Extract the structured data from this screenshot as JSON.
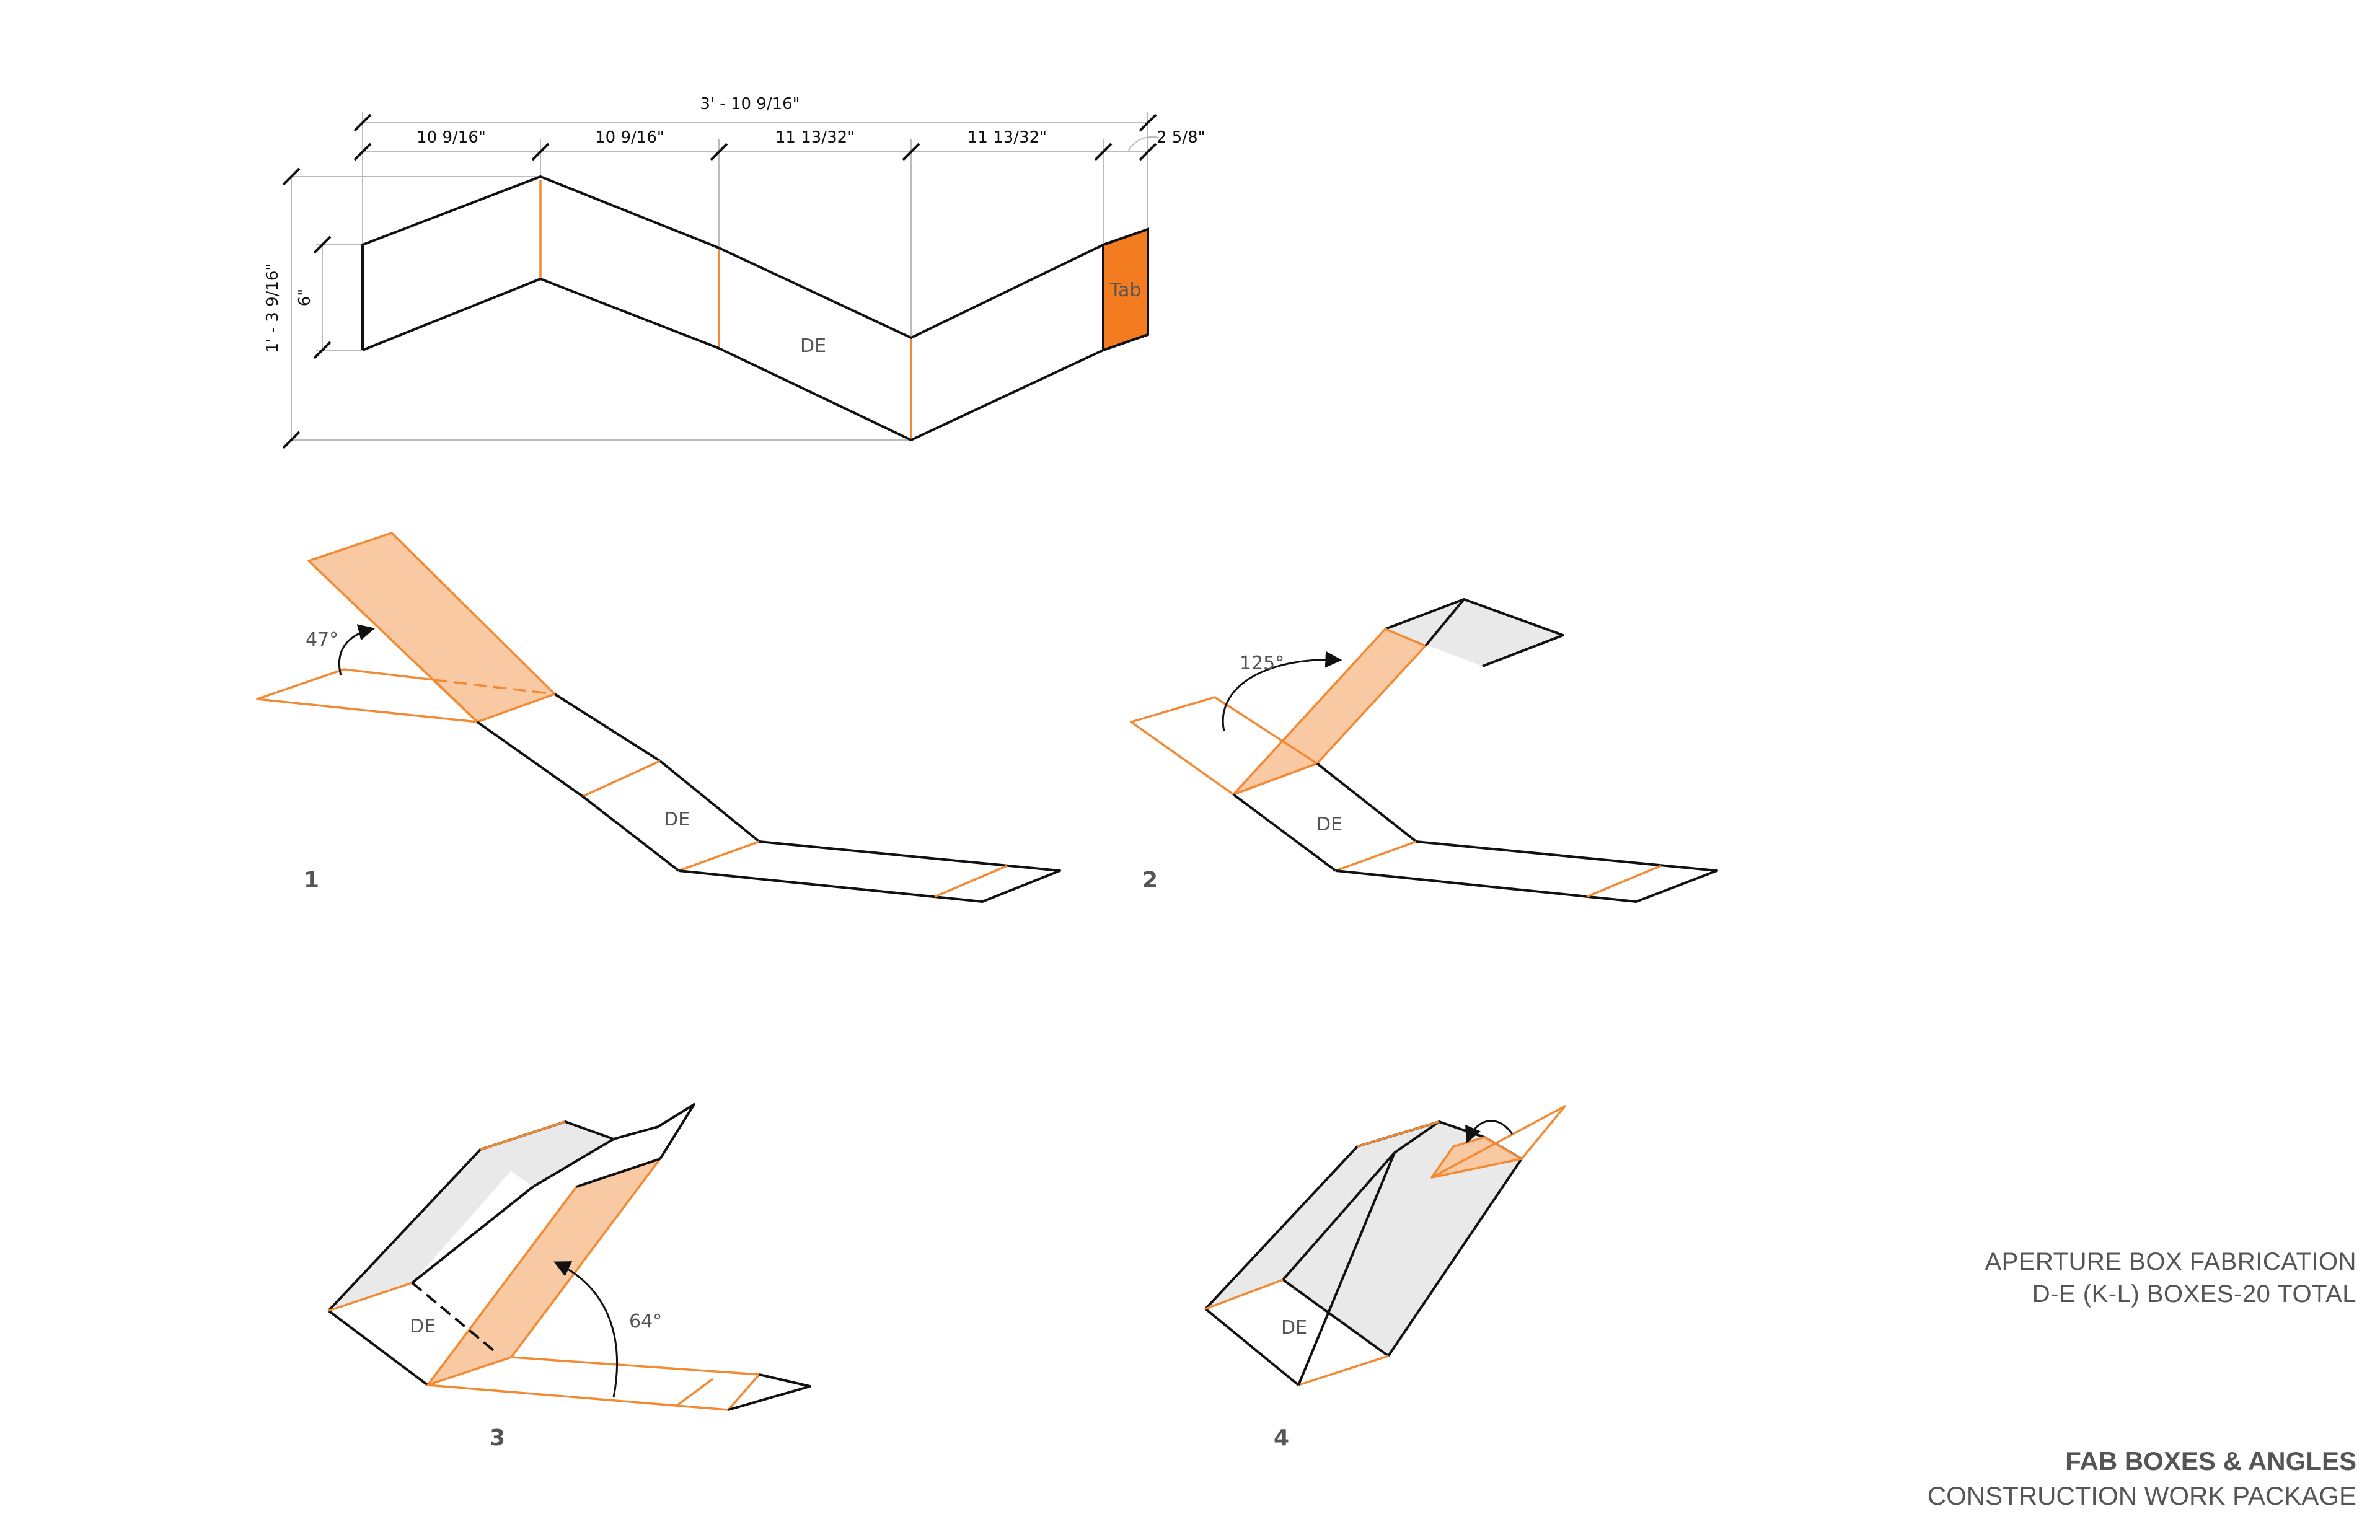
{
  "flat_pattern": {
    "overall_width": "3' - 10 9/16\"",
    "segments": [
      "10 9/16\"",
      "10 9/16\"",
      "11 13/32\"",
      "11 13/32\""
    ],
    "tab_width": "2 5/8\"",
    "overall_height": "1' - 3 9/16\"",
    "strip_height": "6\"",
    "tab_label": "Tab",
    "panel_label": "DE"
  },
  "steps": [
    {
      "number": "1",
      "angle": "47°",
      "panel_label": "DE"
    },
    {
      "number": "2",
      "angle": "125°",
      "panel_label": "DE"
    },
    {
      "number": "3",
      "angle": "64°",
      "panel_label": "DE"
    },
    {
      "number": "4",
      "panel_label": "DE"
    }
  ],
  "title_block": {
    "line1": "APERTURE BOX FABRICATION",
    "line2": "D-E (K-L) BOXES-20 TOTAL",
    "sheet_title": "FAB BOXES & ANGLES",
    "sheet_subtitle": "CONSTRUCTION WORK PACKAGE"
  },
  "colors": {
    "accent_orange": "#f28a33",
    "orange_fill": "#f8c9a3",
    "tab_fill": "#f47c20",
    "shade_grey": "#e9e9e9",
    "line_black": "#111111"
  }
}
